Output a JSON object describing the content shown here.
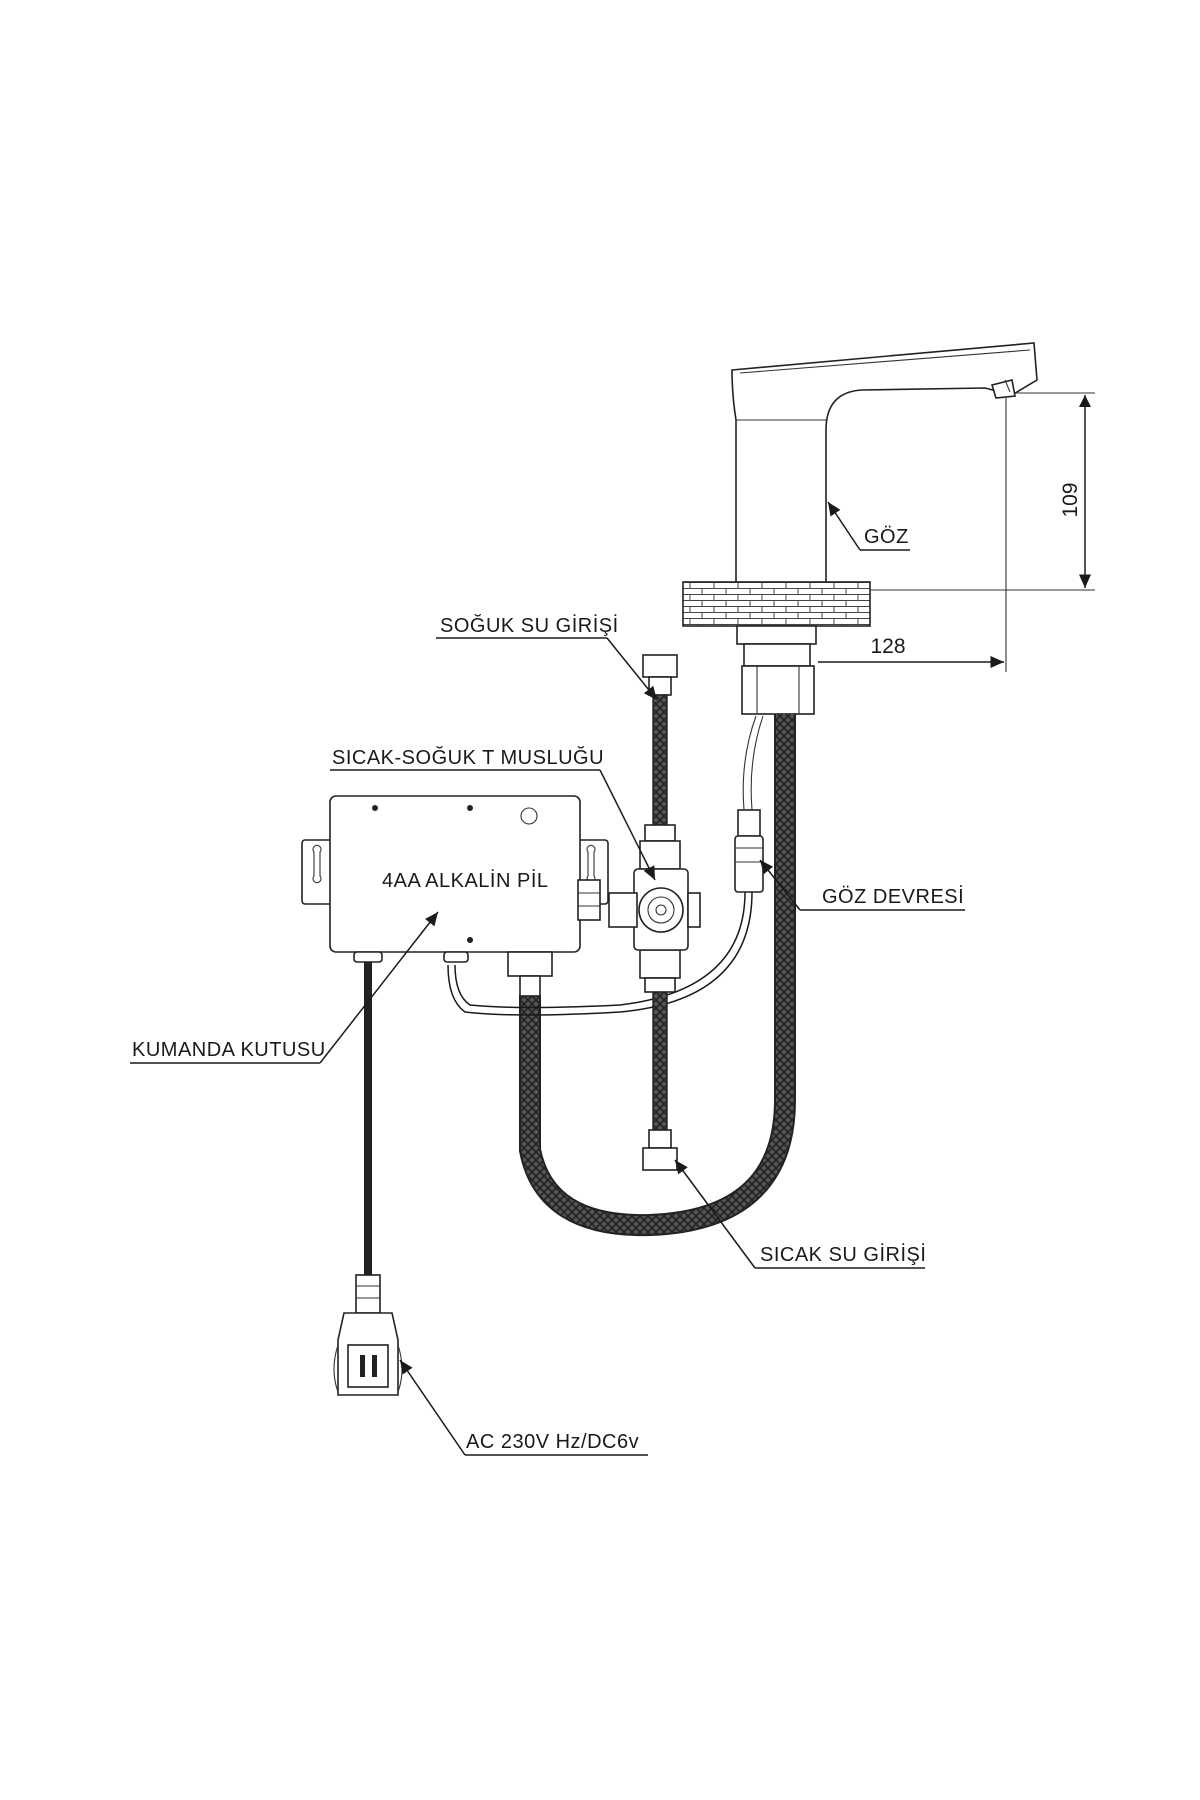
{
  "labels": {
    "cold_inlet": "SOĞUK SU GİRİŞİ",
    "t_valve": "SICAK-SOĞUK T MUSLUĞU",
    "battery": "4AA ALKALİN PİL",
    "eye": "GÖZ",
    "eye_circuit": "GÖZ DEVRESİ",
    "control_box": "KUMANDA KUTUSU",
    "hot_inlet": "SICAK SU GİRİŞİ",
    "power": "AC 230V Hz/DC6v"
  },
  "dimensions": {
    "height": "109",
    "reach": "128"
  }
}
